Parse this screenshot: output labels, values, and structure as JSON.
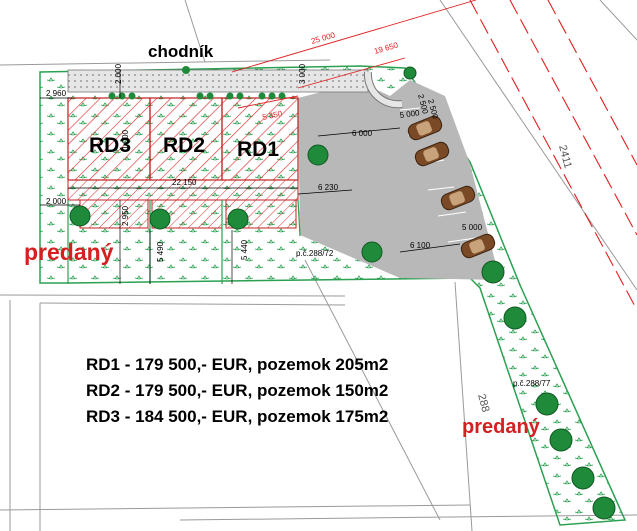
{
  "plan": {
    "sidewalk_label": "chodník",
    "houses": [
      "RD3",
      "RD2",
      "RD1"
    ],
    "sold_labels": [
      "predaný",
      "predaný"
    ],
    "parcels": [
      "p.č.288/72",
      "p.č.288/77"
    ],
    "road_label": "2411",
    "parcel_partial": "288",
    "dimensions": {
      "total_red": "25 000",
      "sub_red": "19 650",
      "diag_red": "5 350",
      "top_left": "2 960",
      "vert_rd3": "2 000",
      "vert_rd2": "1 000",
      "vert_rd1": "3 000",
      "right_vert": "2 500",
      "right_vert2": "2 500",
      "width_houses": "22 150",
      "park_6000": "6 000",
      "park_5000a": "5 000",
      "park_6230": "6 230",
      "park_6100": "6 100",
      "park_5000b": "5 000",
      "left_2000": "2 000",
      "mid_2950": "2 950",
      "front_5490": "5 490",
      "front_5440": "5 440"
    }
  },
  "offers": [
    "RD1 - 179 500,- EUR, pozemok 205m2",
    "RD2 - 179 500,- EUR, pozemok 150m2",
    "RD3 - 184 500,- EUR, pozemok 175m2"
  ],
  "colors": {
    "hatch_red": "#e03030",
    "boundary_green": "#2aa050",
    "tree_green": "#1f8a3a",
    "parking_gray": "#b8b8b8",
    "sold_red": "#d42020"
  }
}
